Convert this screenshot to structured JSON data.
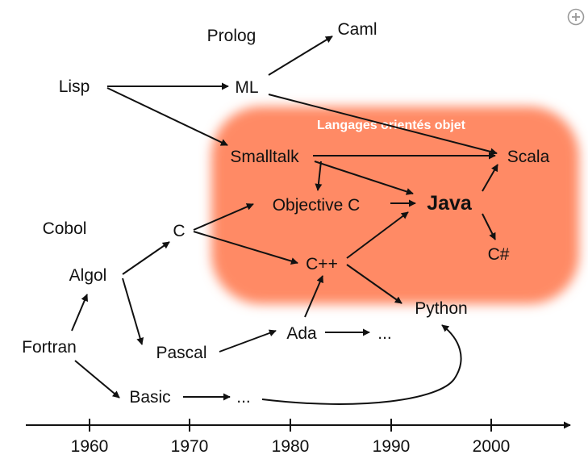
{
  "region": {
    "label": "Langages orientés objet",
    "color": "#ff8a65"
  },
  "nodes": {
    "prolog": "Prolog",
    "caml": "Caml",
    "lisp": "Lisp",
    "ml": "ML",
    "smalltalk": "Smalltalk",
    "scala": "Scala",
    "objc": "Objective C",
    "java": "Java",
    "cobol": "Cobol",
    "c": "C",
    "algol": "Algol",
    "cpp": "C++",
    "csharp": "C#",
    "python": "Python",
    "fortran": "Fortran",
    "pascal": "Pascal",
    "ada": "Ada",
    "ada_cont": "...",
    "basic": "Basic",
    "basic_cont": "..."
  },
  "timeline": {
    "ticks": [
      "1960",
      "1970",
      "1980",
      "1990",
      "2000"
    ]
  },
  "zoom_icon": "zoom-in-icon"
}
